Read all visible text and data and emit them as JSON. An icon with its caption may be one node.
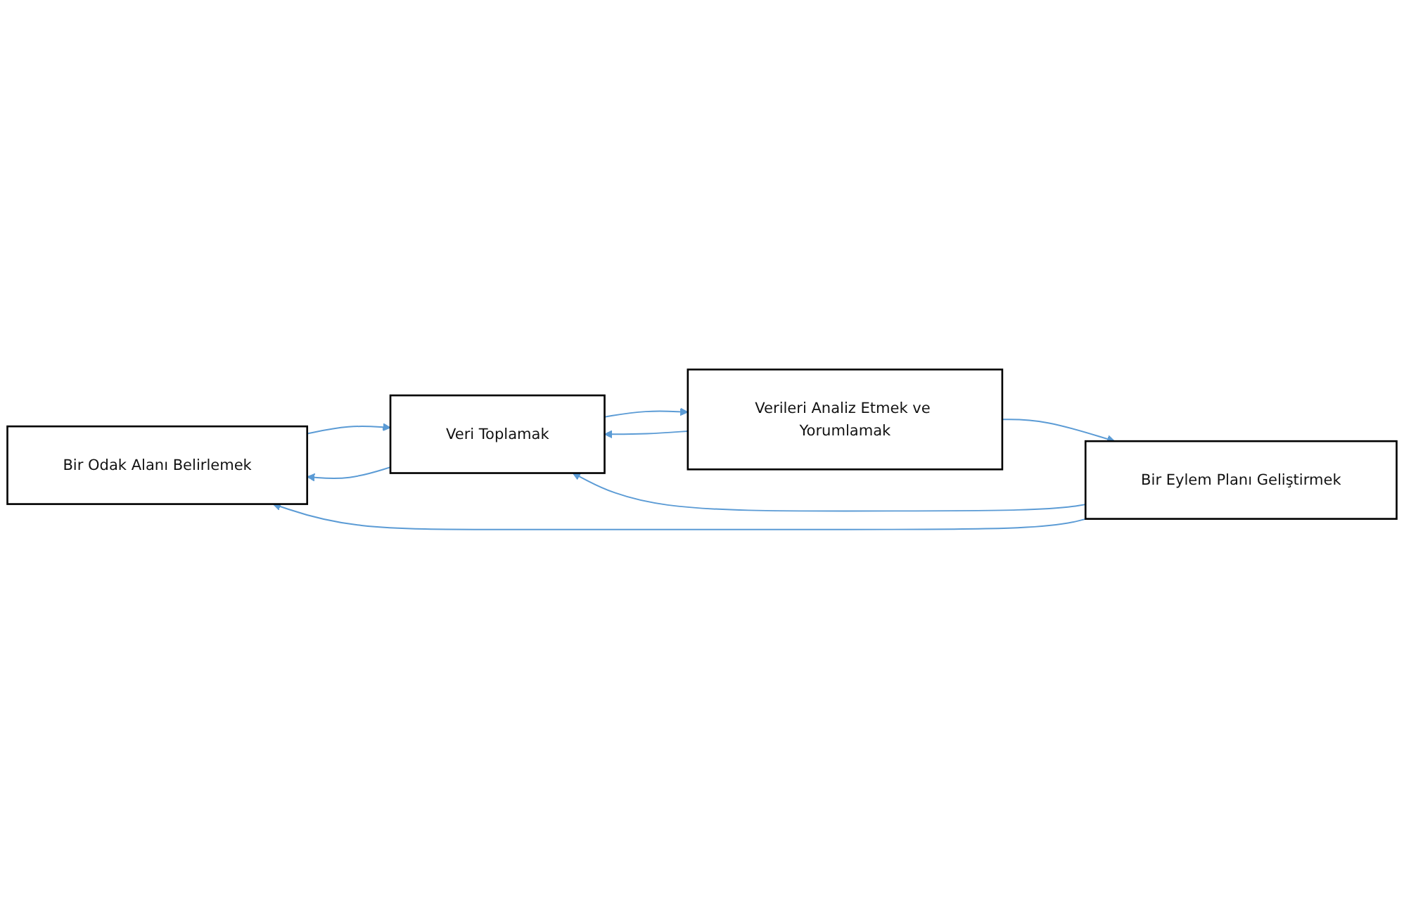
{
  "diagram": {
    "nodes": [
      {
        "text": [
          "Bir Odak Alanı Belirlemek"
        ]
      },
      {
        "text": [
          "Bir Eylem Planı Geliştirmek"
        ]
      },
      {
        "text": [
          "Veri Toplamak"
        ]
      },
      {
        "text": [
          "Verileri Analiz Etmek ve Yorumlamak"
        ]
      }
    ],
    "edges": [
      {
        "from": 1,
        "to": 0,
        "arrow": "to"
      },
      {
        "from": 0,
        "to": 2,
        "arrow": "to"
      },
      {
        "from": 2,
        "to": 0,
        "arrow": "to"
      },
      {
        "from": 1,
        "to": 2,
        "arrow": "to"
      },
      {
        "from": 3,
        "to": 2,
        "arrow": "to"
      },
      {
        "from": 2,
        "to": 3,
        "arrow": "to"
      },
      {
        "from": 3,
        "to": 1,
        "arrow": "to"
      }
    ]
  }
}
